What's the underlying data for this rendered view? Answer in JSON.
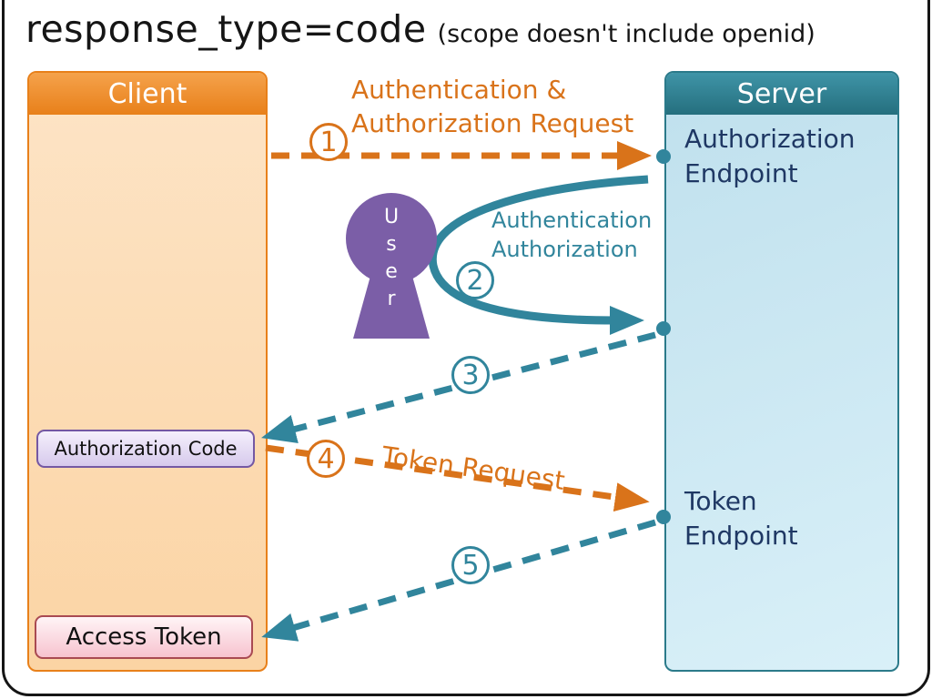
{
  "title": {
    "main": "response_type=code",
    "sub": "(scope doesn't include openid)"
  },
  "client": {
    "header": "Client",
    "authorization_code_label": "Authorization Code",
    "access_token_label": "Access Token"
  },
  "server": {
    "header": "Server",
    "authorization_endpoint": {
      "line1": "Authorization",
      "line2": "Endpoint"
    },
    "token_endpoint": {
      "line1": "Token",
      "line2": "Endpoint"
    }
  },
  "user": {
    "letters": [
      "U",
      "s",
      "e",
      "r"
    ]
  },
  "steps": [
    {
      "number": "1",
      "label_line1": "Authentication &",
      "label_line2": "Authorization Request",
      "color": "#D9731A"
    },
    {
      "number": "2",
      "label_line1": "Authentication",
      "label_line2": "Authorization",
      "color": "#31859C"
    },
    {
      "number": "3",
      "color": "#31859C"
    },
    {
      "number": "4",
      "label_line1": "Token Request",
      "color": "#D9731A"
    },
    {
      "number": "5",
      "color": "#31859C"
    }
  ],
  "colors": {
    "orange": "#D9731A",
    "teal": "#31859C",
    "navy": "#1F3864",
    "purple": "#7B5EA7",
    "client_header": "#E8801A",
    "client_body": "#FBD4A4",
    "server_header": "#256F7E",
    "server_body": "#C9E6F0",
    "auth_code_fill": "#D6C9EC",
    "access_token_fill": "#F7C3CF"
  }
}
